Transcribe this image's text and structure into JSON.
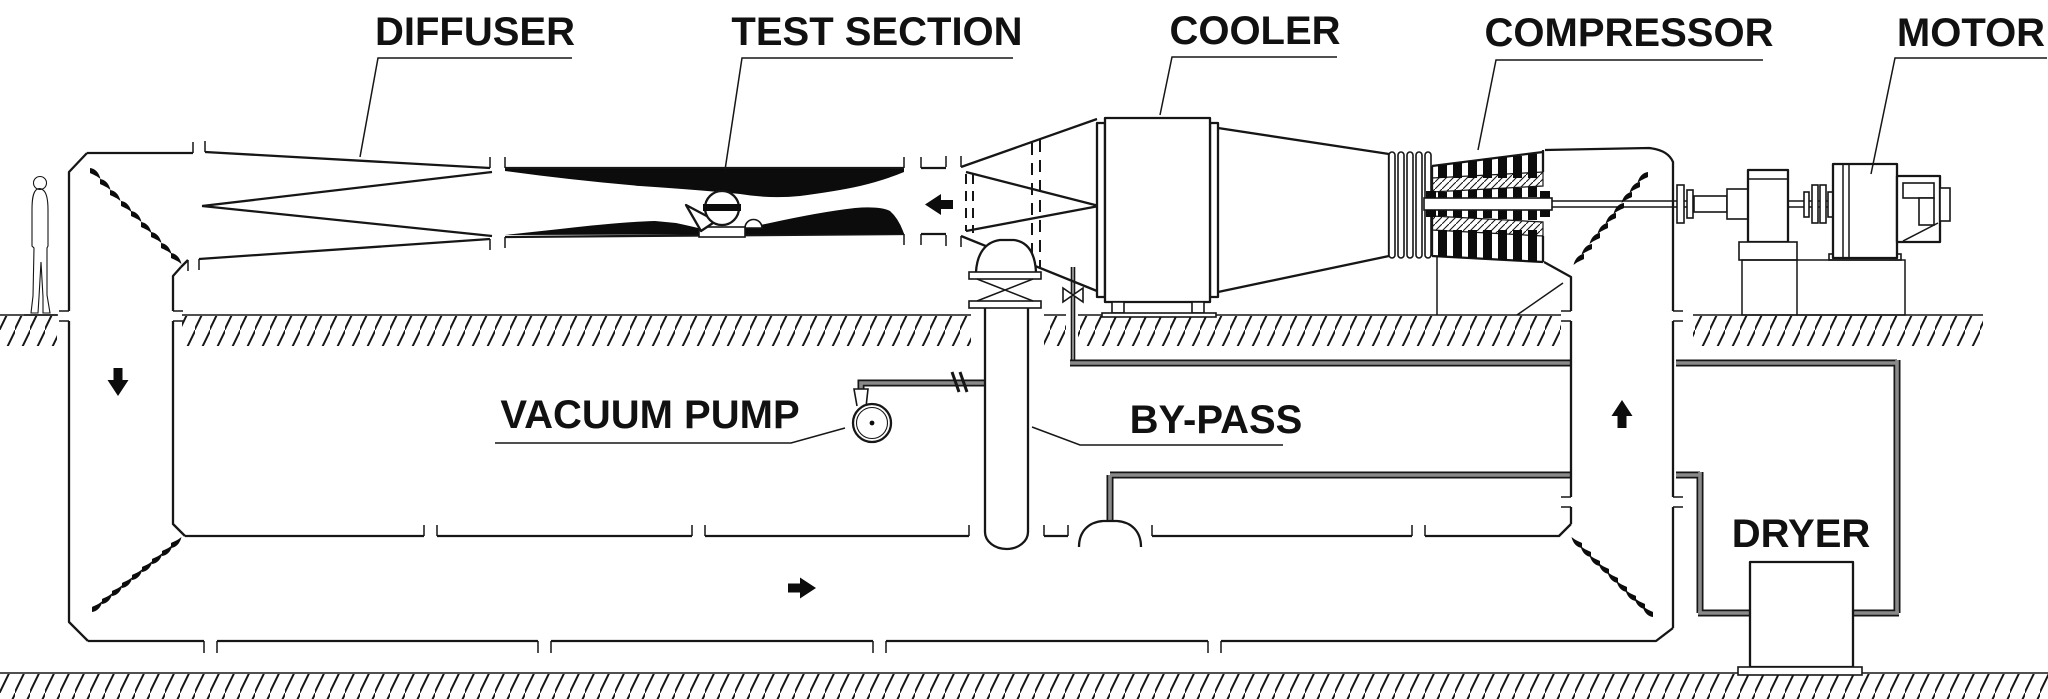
{
  "diagram": {
    "type": "engineering-schematic",
    "subject": "closed-circuit supersonic wind tunnel, sectional side view",
    "background_color": "#ffffff",
    "line_color": "#161616",
    "pipe_color": "#8a8a8a",
    "labels": {
      "diffuser": "DIFFUSER",
      "test_section": "TEST SECTION",
      "cooler": "COOLER",
      "compressor": "COMPRESSOR",
      "motor": "MOTOR",
      "vacuum_pump": "VACUUM PUMP",
      "bypass": "BY-PASS",
      "dryer": "DRYER"
    },
    "flow_arrows": [
      {
        "location": "upper-leg-after-test-section",
        "direction": "left"
      },
      {
        "location": "left-downcomer-duct",
        "direction": "down"
      },
      {
        "location": "bottom-return-duct",
        "direction": "right"
      },
      {
        "location": "right-riser-duct",
        "direction": "up"
      }
    ],
    "other_elements": [
      "person-figure-for-scale",
      "turning-vanes-in-four-corners",
      "ground-hatching",
      "model-in-test-section",
      "screens-before-cooler",
      "bellows-coupling",
      "shaft-and-couplings",
      "machine-foundation"
    ]
  }
}
